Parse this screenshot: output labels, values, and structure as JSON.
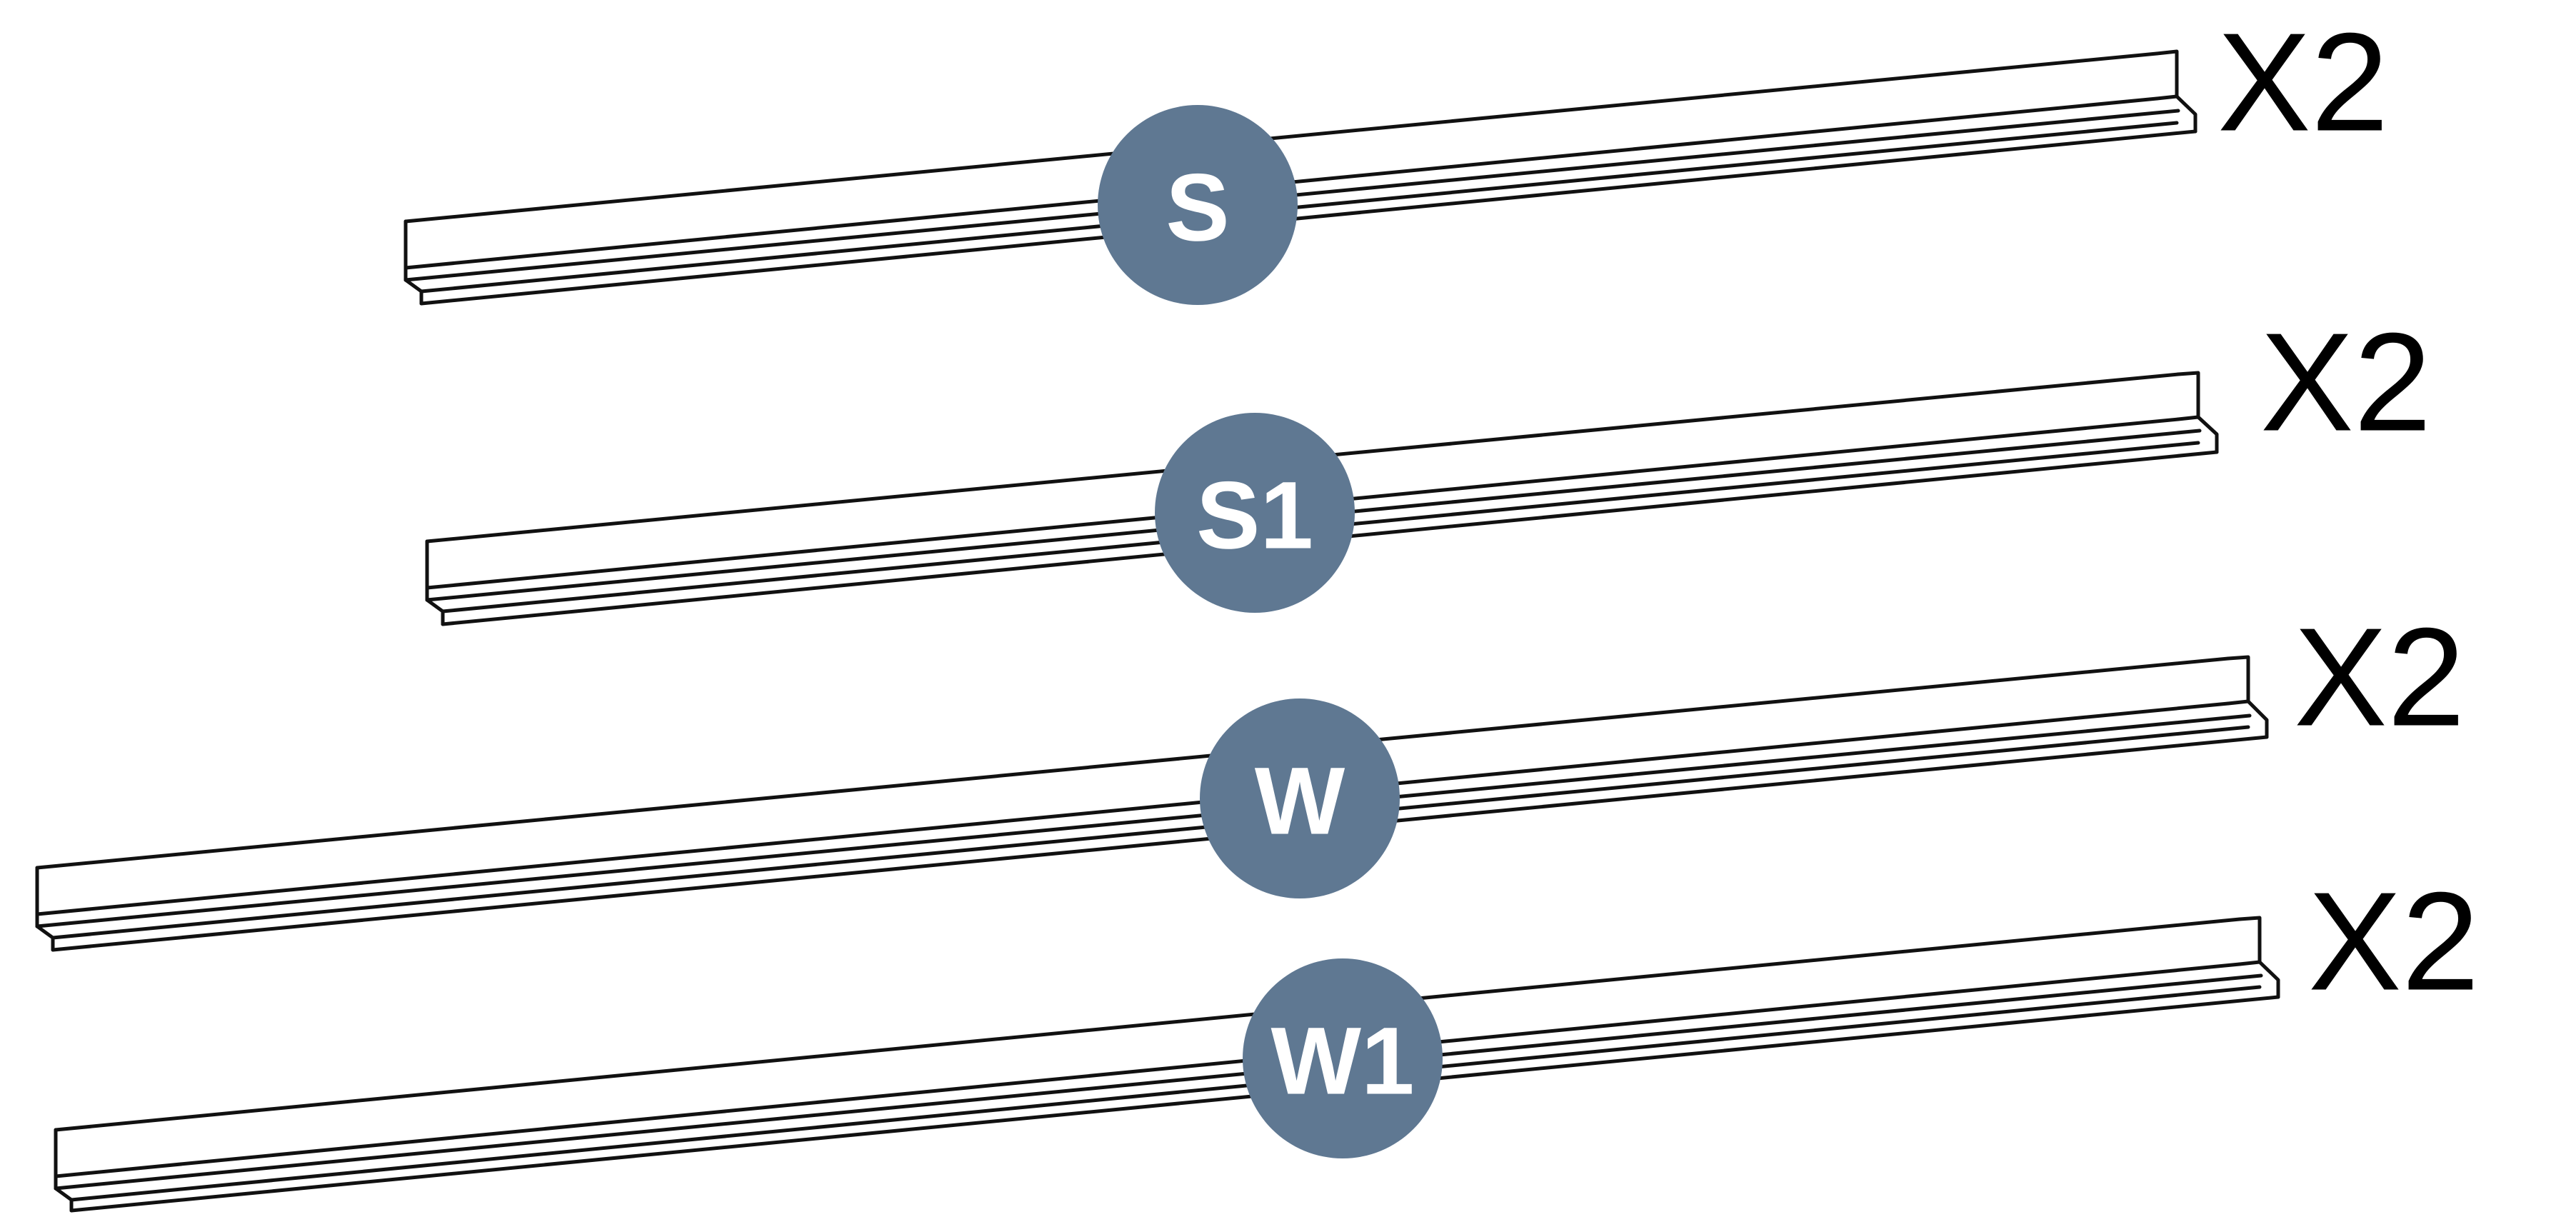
{
  "colors": {
    "badge_fill": "#5f7892",
    "badge_text": "#ffffff",
    "rail_stroke": "#111111",
    "qty_text": "#000000"
  },
  "parts": [
    {
      "id": "part-s",
      "badge": "S",
      "quantity": "X2"
    },
    {
      "id": "part-s1",
      "badge": "S1",
      "quantity": "X2"
    },
    {
      "id": "part-w",
      "badge": "W",
      "quantity": "X2"
    },
    {
      "id": "part-w1",
      "badge": "W1",
      "quantity": "X2"
    }
  ]
}
